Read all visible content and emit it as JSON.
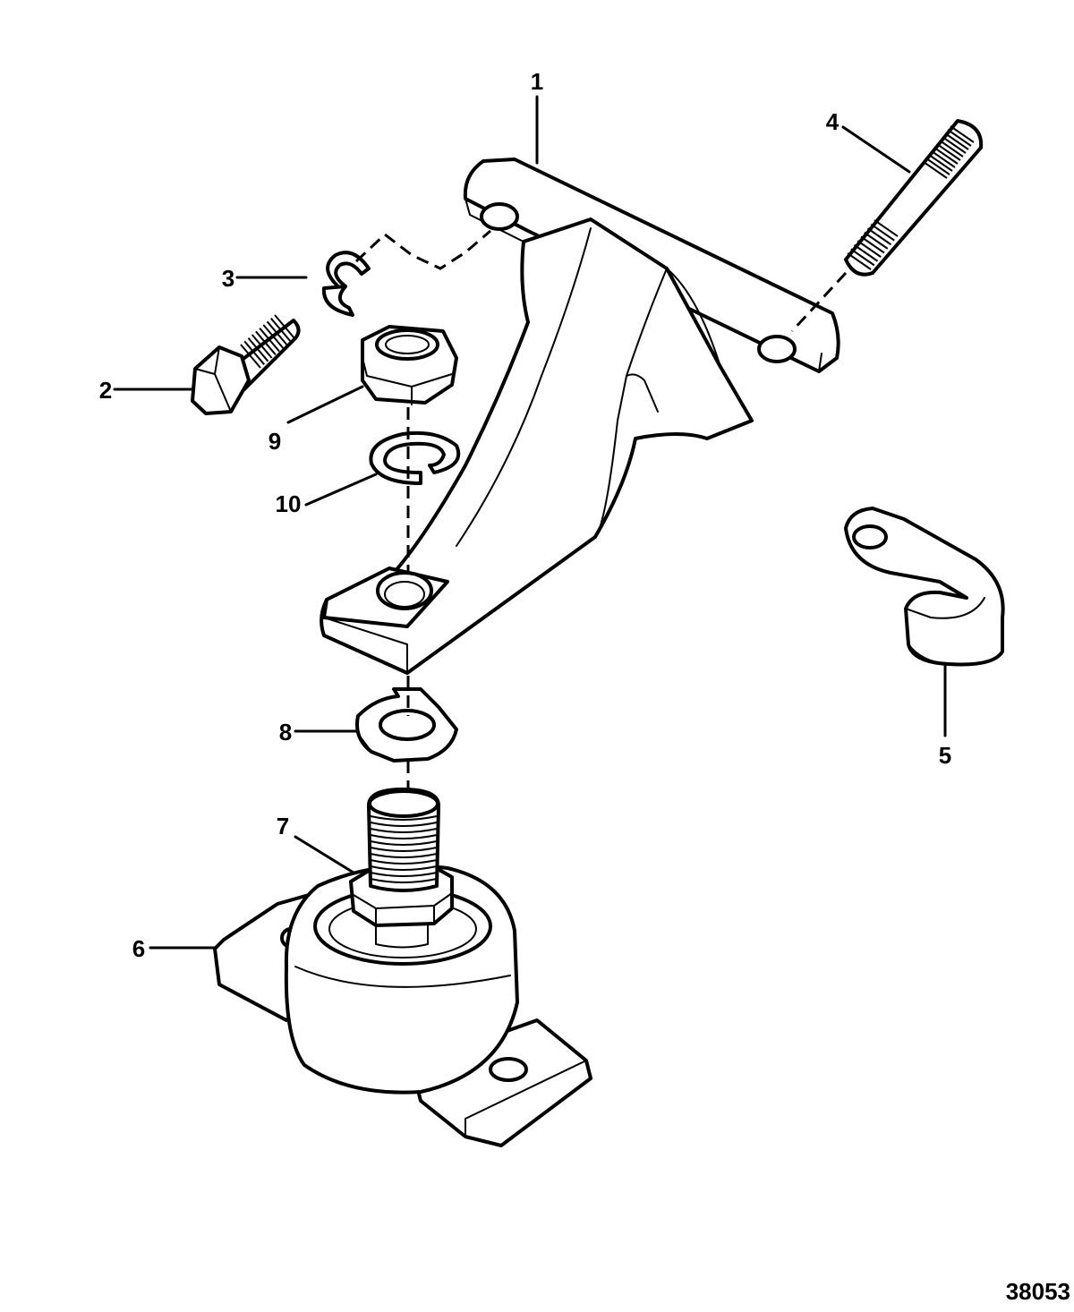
{
  "callouts": {
    "c1": "1",
    "c2": "2",
    "c3": "3",
    "c4": "4",
    "c5": "5",
    "c6": "6",
    "c7": "7",
    "c8": "8",
    "c9": "9",
    "c10": "10"
  },
  "figure_id": "38053"
}
